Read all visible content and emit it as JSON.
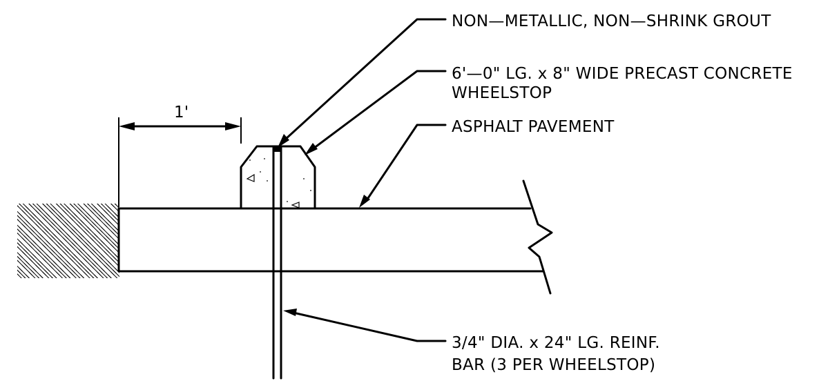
{
  "drawing": {
    "dimension_label": "1'",
    "callouts": {
      "grout": {
        "line1": "NON—METALLIC, NON—SHRINK GROUT"
      },
      "wheelstop": {
        "line1": "6'—0\" LG. x 8\" WIDE PRECAST CONCRETE",
        "line2": "WHEELSTOP"
      },
      "pavement": {
        "line1": "ASPHALT PAVEMENT"
      },
      "rebar": {
        "line1": "3/4\" DIA. x 24\" LG. REINF.",
        "line2": "BAR (3 PER WHEELSTOP)"
      }
    }
  }
}
